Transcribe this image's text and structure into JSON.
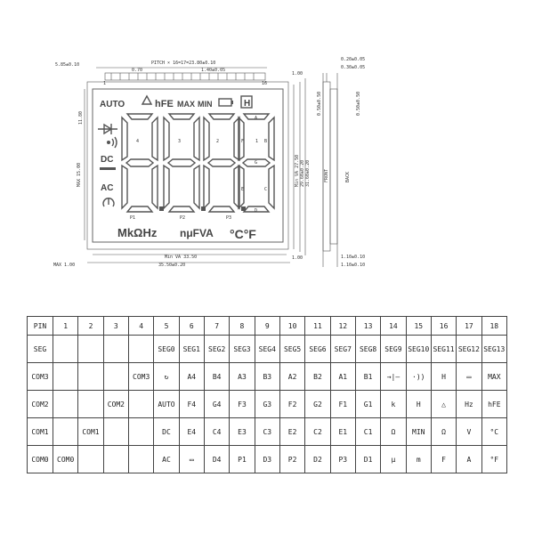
{
  "drawing": {
    "pin_numbers": {
      "left": "1",
      "right": "16"
    },
    "dimensions": {
      "top_left": "5.85±0.10",
      "pitch": "PITCH × 16=17=23.80±0.10",
      "pin_gap_a": "0.70",
      "pin_gap_b": "1.40±0.05",
      "left_margin": "11.80",
      "left_va": "MAX 15.00",
      "right_h1": "Min VA 27.50",
      "right_h2": "29.60±0.20",
      "right_h3": "31.60±0.20",
      "bottom_va": "Min VA 33.50",
      "bottom_total": "35.50±0.20",
      "bottom_max": "MAX 1.00",
      "bottom_right": "1.00",
      "top_right": "0.20±0.05",
      "side_a": "0.30±0.05",
      "side_b": "0.50±0.50",
      "side_bottom": "1.10±0.10",
      "side_bottom2": "1.10±0.10"
    },
    "side_labels": {
      "front": "FRONT",
      "back": "BACK"
    },
    "lcd": {
      "auto": "AUTO",
      "hfe": "hFE",
      "max": "MAX",
      "min": "MIN",
      "hold": "H",
      "dc": "DC",
      "ac": "AC",
      "units_left": "MkΩHz",
      "units_right": "nμFVA",
      "temp": "°C°F",
      "dp1": "P1",
      "dp2": "P2",
      "dp3": "P3",
      "seg_letters": [
        "4",
        "3",
        "2",
        "F",
        "1",
        "B",
        "G",
        "E",
        "C",
        "D",
        "A"
      ]
    }
  },
  "pin_table": {
    "header": [
      "PIN",
      "1",
      "2",
      "3",
      "4",
      "5",
      "6",
      "7",
      "8",
      "9",
      "10",
      "11",
      "12",
      "13",
      "14",
      "15",
      "16",
      "17",
      "18"
    ],
    "rows": [
      [
        "SEG",
        "",
        "",
        "",
        "",
        "SEG0",
        "SEG1",
        "SEG2",
        "SEG3",
        "SEG4",
        "SEG5",
        "SEG6",
        "SEG7",
        "SEG8",
        "SEG9",
        "SEG10",
        "SEG11",
        "SEG12",
        "SEG13"
      ],
      [
        "COM3",
        "",
        "",
        "",
        "COM3",
        "↻",
        "A4",
        "B4",
        "A3",
        "B3",
        "A2",
        "B2",
        "A1",
        "B1",
        "→|—",
        "·))",
        "H",
        "▭",
        "MAX"
      ],
      [
        "COM2",
        "",
        "",
        "COM2",
        "",
        "AUTO",
        "F4",
        "G4",
        "F3",
        "G3",
        "F2",
        "G2",
        "F1",
        "G1",
        "k",
        "H",
        "△",
        "Hz",
        "hFE"
      ],
      [
        "COM1",
        "",
        "COM1",
        "",
        "",
        "DC",
        "E4",
        "C4",
        "E3",
        "C3",
        "E2",
        "C2",
        "E1",
        "C1",
        "Ω",
        "MIN",
        "Ω",
        "V",
        "°C"
      ],
      [
        "COM0",
        "COM0",
        "",
        "",
        "",
        "AC",
        "▭",
        "D4",
        "P1",
        "D3",
        "P2",
        "D2",
        "P3",
        "D1",
        "μ",
        "m",
        "F",
        "A",
        "°F"
      ]
    ]
  }
}
